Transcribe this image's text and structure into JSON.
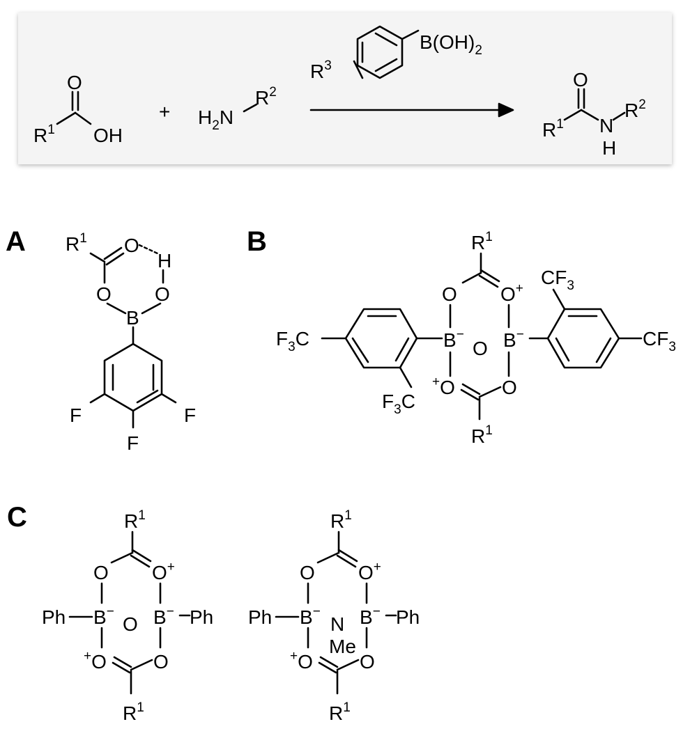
{
  "reaction": {
    "acid": {
      "R": "R",
      "R_sup": "1",
      "O_carbonyl": "O",
      "OH": "OH"
    },
    "plus": "+",
    "amine": {
      "H2N_H": "H",
      "H2N_sub": "2",
      "H2N_N": "N",
      "R": "R",
      "R_sup": "2"
    },
    "catalyst": {
      "B_OH": "B(OH)",
      "B_OH_sub": "2",
      "R": "R",
      "R_sup": "3"
    },
    "product": {
      "R": "R",
      "R_sup": "1",
      "O": "O",
      "N": "N",
      "H": "H",
      "R2": "R",
      "R2_sup": "2"
    }
  },
  "panelA": {
    "label": "A",
    "R": "R",
    "R_sup": "1",
    "O_carbonyl": "O",
    "H": "H",
    "O_left": "O",
    "O_right": "O",
    "B": "B",
    "F_left": "F",
    "F_right": "F",
    "F_bottom": "F"
  },
  "panelB": {
    "label": "B",
    "R_top": "R",
    "R_top_sup": "1",
    "O_tl": "O",
    "O_tr": "O",
    "O_tr_charge": "+",
    "B_left": "B",
    "B_left_charge": "−",
    "O_mid": "O",
    "B_right": "B",
    "B_right_charge": "−",
    "O_bl": "O",
    "O_bl_charge": "+",
    "O_br": "O",
    "R_bot": "R",
    "R_bot_sup": "1",
    "CF3_left": {
      "F": "F",
      "sub": "3",
      "C": "C"
    },
    "CF3_left_ortho": {
      "F": "F",
      "sub": "3",
      "C": "C"
    },
    "CF3_right_ortho": {
      "CF": "CF",
      "sub": "3"
    },
    "CF3_right": {
      "CF": "CF",
      "sub": "3"
    }
  },
  "panelC": {
    "label": "C",
    "left": {
      "R_top": "R",
      "R_top_sup": "1",
      "O_tl": "O",
      "O_tr": "O",
      "O_tr_charge": "+",
      "Ph_left": "Ph",
      "B_left": "B",
      "B_left_charge": "−",
      "O_mid": "O",
      "B_right": "B",
      "B_right_charge": "−",
      "Ph_right": "Ph",
      "O_bl": "O",
      "O_bl_charge": "+",
      "O_br": "O",
      "R_bot": "R",
      "R_bot_sup": "1"
    },
    "right": {
      "R_top": "R",
      "R_top_sup": "1",
      "O_tl": "O",
      "O_tr": "O",
      "O_tr_charge": "+",
      "Ph_left": "Ph",
      "B_left": "B",
      "B_left_charge": "−",
      "N_mid": "N",
      "Me": "Me",
      "B_right": "B",
      "B_right_charge": "−",
      "Ph_right": "Ph",
      "O_bl": "O",
      "O_bl_charge": "+",
      "O_br": "O",
      "R_bot": "R",
      "R_bot_sup": "1"
    }
  }
}
